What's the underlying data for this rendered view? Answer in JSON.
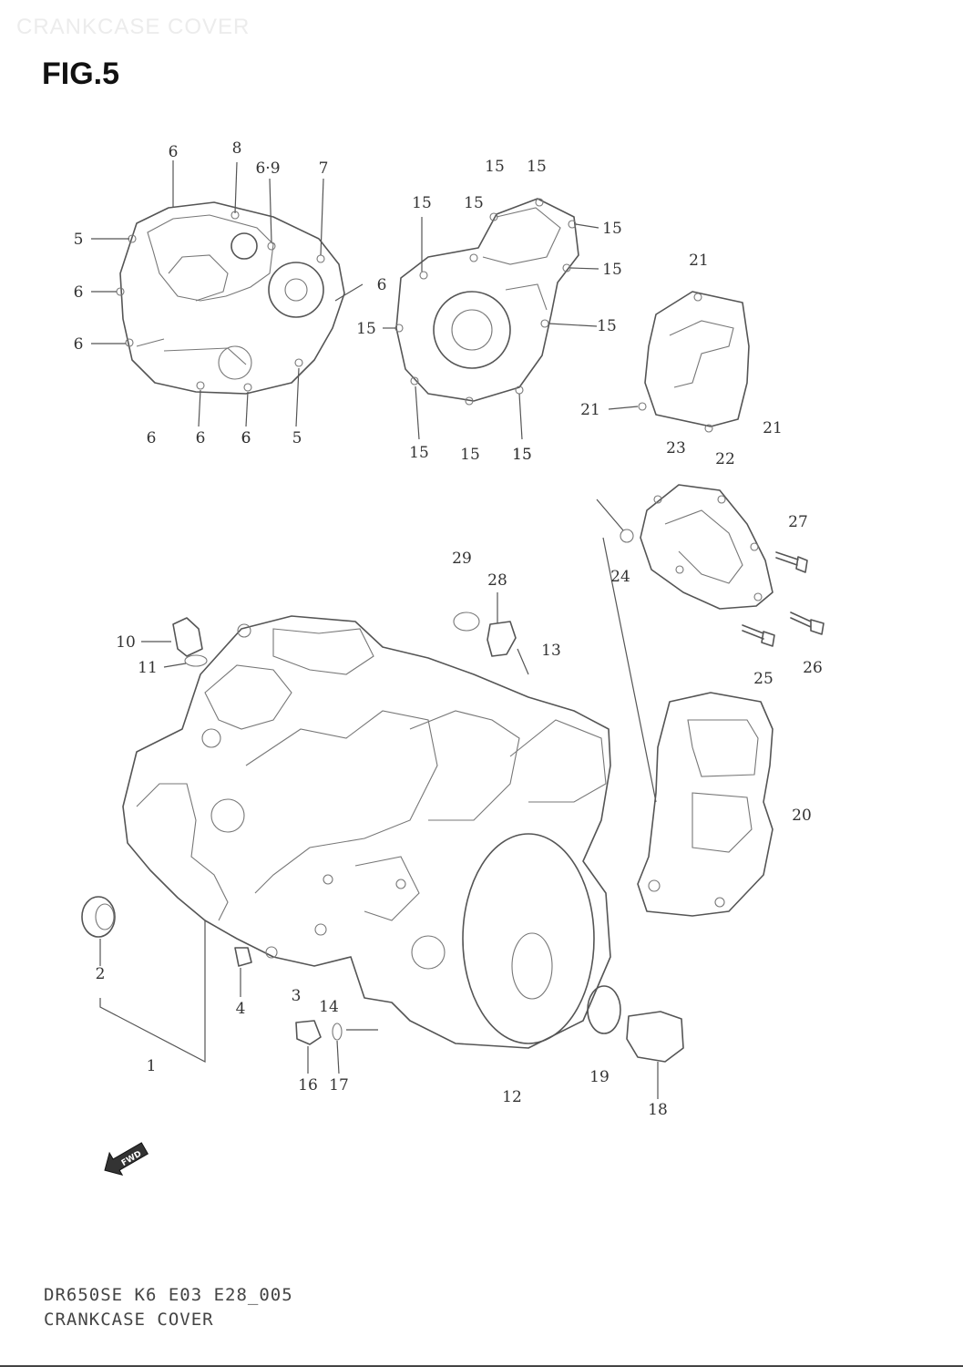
{
  "header": {
    "watermark": "CRANKCASE COVER",
    "figure_label": "FIG.5"
  },
  "footer": {
    "diagram_code": "DR650SE K6 E03 E28_005",
    "diagram_name": "CRANKCASE COVER"
  },
  "fwd_badge": "FWD",
  "callouts": [
    "6",
    "8",
    "6·9",
    "7",
    "5",
    "6",
    "6",
    "6",
    "6",
    "6",
    "6",
    "6",
    "5",
    "15",
    "15",
    "15",
    "15",
    "15",
    "15",
    "15",
    "15",
    "15",
    "15",
    "15",
    "15",
    "21",
    "21",
    "21",
    "23",
    "22",
    "27",
    "24",
    "29",
    "28",
    "13",
    "10",
    "11",
    "26",
    "25",
    "20",
    "2",
    "4",
    "3",
    "14",
    "1",
    "16",
    "17",
    "12",
    "19",
    "18"
  ]
}
